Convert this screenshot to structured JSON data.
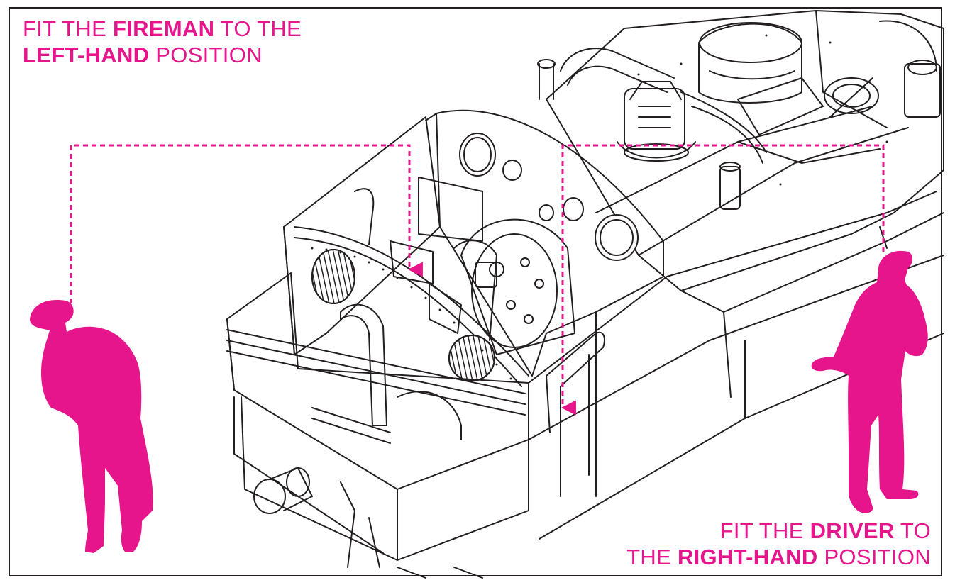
{
  "colors": {
    "accent": "#e6158c",
    "line": "#231f20",
    "background": "#ffffff"
  },
  "left_instruction": {
    "line1_before": "FIT THE ",
    "line1_bold": "FIREMAN",
    "line1_after": " TO THE",
    "line2_bold": "LEFT-HAND",
    "line2_after": " POSITION"
  },
  "right_instruction": {
    "line1_before": "FIT THE ",
    "line1_bold": "DRIVER",
    "line1_after": " TO",
    "line2_before": "THE ",
    "line2_bold": "RIGHT-HAND",
    "line2_after": " POSITION"
  },
  "figures": {
    "left": "fireman",
    "right": "driver"
  }
}
